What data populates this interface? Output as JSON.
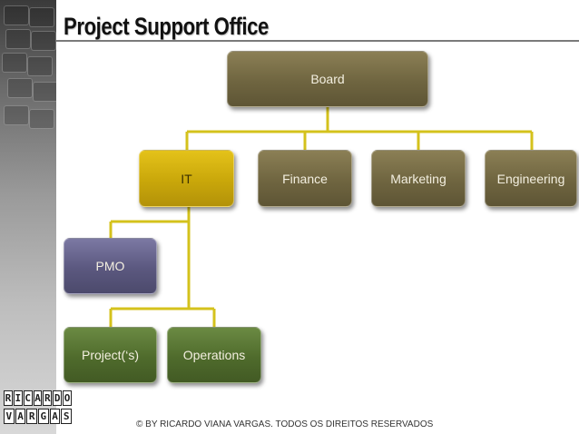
{
  "page": {
    "title": "Project Support Office",
    "footer": "© BY RICARDO VIANA VARGAS. TODOS OS DIREITOS RESERVADOS"
  },
  "logo": {
    "line1": [
      "R",
      "I",
      "C",
      "A",
      "R",
      "D",
      "O"
    ],
    "line2": [
      "V",
      "A",
      "R",
      "G",
      "A",
      "S"
    ]
  },
  "org_chart": {
    "root": "Board",
    "departments": [
      "IT",
      "Finance",
      "Marketing",
      "Engineering"
    ],
    "it_children": [
      "PMO"
    ],
    "pmo_children": [
      "Project(‘s)",
      "Operations"
    ]
  },
  "colors": {
    "board": "#6f6540",
    "department": "#6f6540",
    "it_highlight": "#c9a70a",
    "pmo": "#5b587f",
    "project_nodes": "#4f6b2c",
    "connector": "#d4c21c"
  }
}
